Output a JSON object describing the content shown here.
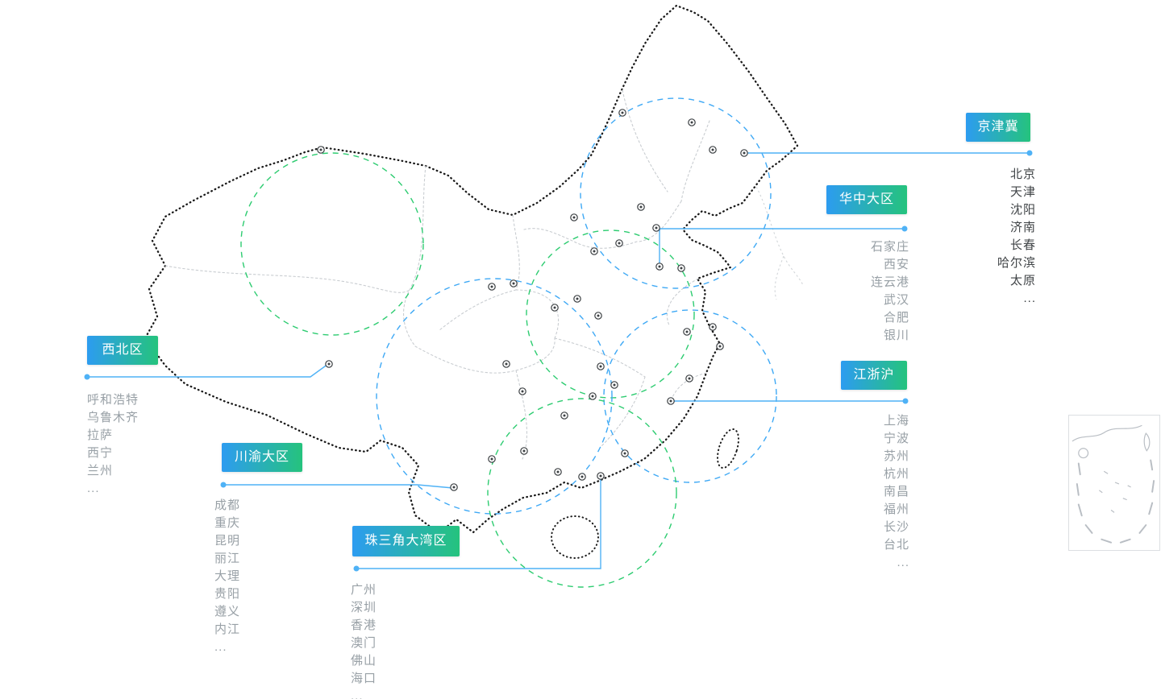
{
  "regions": [
    {
      "id": "xibei",
      "label": "西北区",
      "cities": [
        "呼和浩特",
        "乌鲁木齐",
        "拉萨",
        "西宁",
        "兰州",
        "..."
      ]
    },
    {
      "id": "chuanyu",
      "label": "川渝大区",
      "cities": [
        "成都",
        "重庆",
        "昆明",
        "丽江",
        "大理",
        "贵阳",
        "遵义",
        "内江",
        "..."
      ]
    },
    {
      "id": "zhusanjiao",
      "label": "珠三角大湾区",
      "cities": [
        "广州",
        "深圳",
        "香港",
        "澳门",
        "佛山",
        "海口",
        "..."
      ]
    },
    {
      "id": "jingjinji",
      "label": "京津冀",
      "cities": [
        "北京",
        "天津",
        "沈阳",
        "济南",
        "长春",
        "哈尔滨",
        "太原",
        "..."
      ]
    },
    {
      "id": "huazhong",
      "label": "华中大区",
      "cities": [
        "石家庄",
        "西安",
        "连云港",
        "武汉",
        "合肥",
        "银川"
      ]
    },
    {
      "id": "jiangzhehu",
      "label": "江浙沪",
      "cities": [
        "上海",
        "宁波",
        "苏州",
        "杭州",
        "南昌",
        "福州",
        "长沙",
        "台北",
        "..."
      ]
    }
  ],
  "colors": {
    "tag_gradient_start": "#2d9cf0",
    "tag_gradient_end": "#25c37d",
    "connector_blue": "#4fb2f6",
    "coverage_circle_blue": "#3fa9f5",
    "coverage_circle_green": "#2ecc71",
    "map_outline": "#1a1a1a",
    "province_line": "#c9cdd1",
    "city_text_gray": "#98a0a6",
    "city_text_dark": "#3f4346"
  }
}
